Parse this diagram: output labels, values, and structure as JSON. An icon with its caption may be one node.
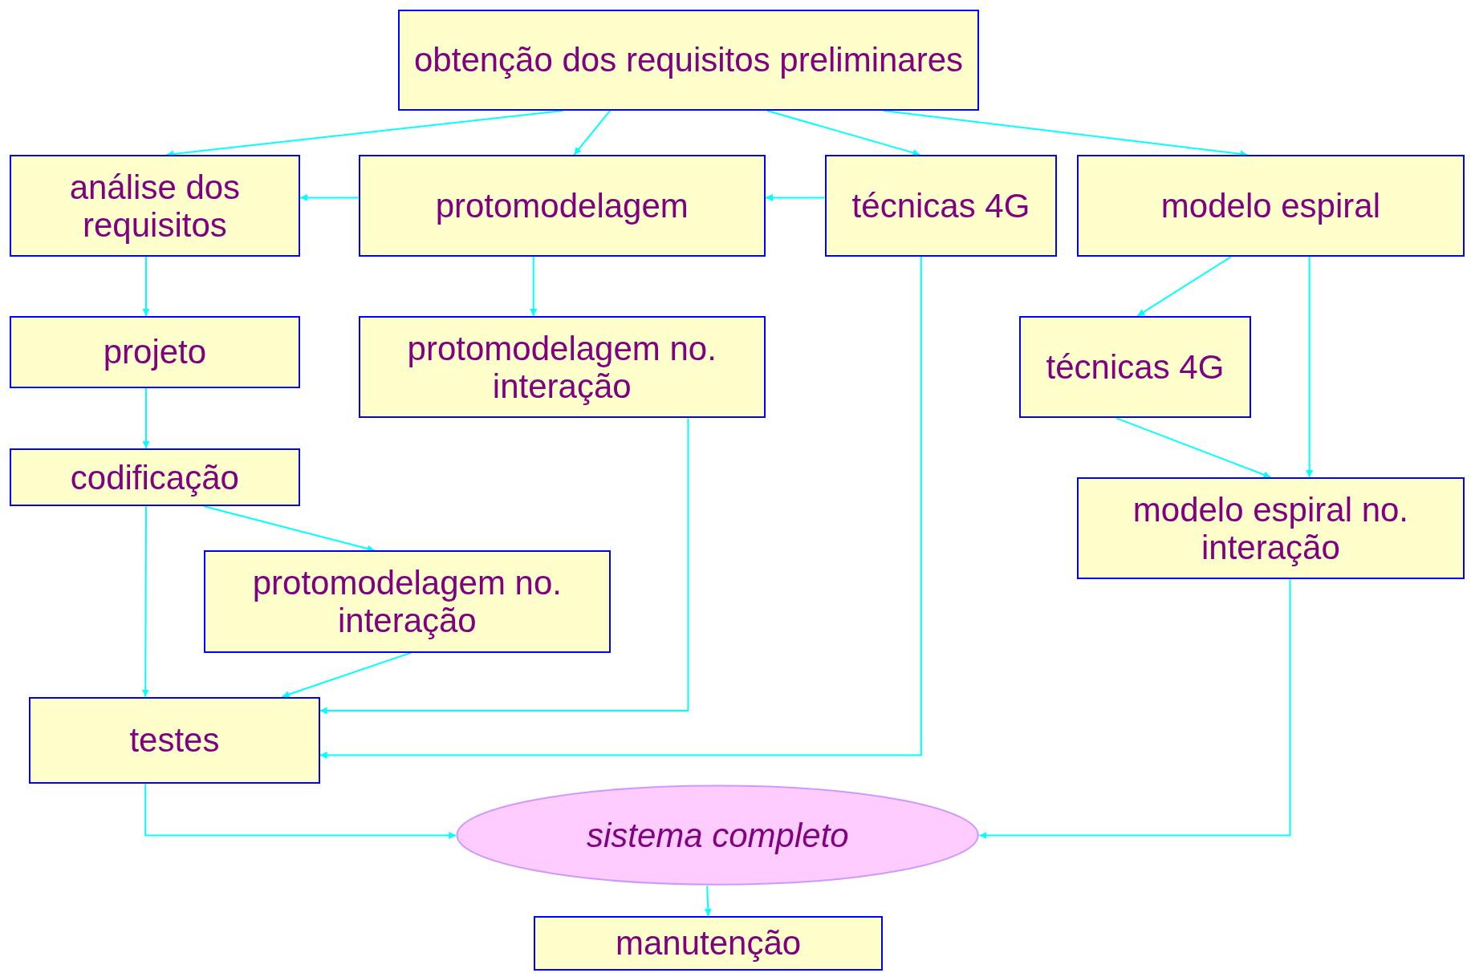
{
  "diagram": {
    "nodes": [
      {
        "text": [
          "obtenção dos requisitos preliminares"
        ]
      },
      {
        "text": [
          "análise dos requisitos"
        ]
      },
      {
        "text": [
          "protomodelagem"
        ]
      },
      {
        "text": [
          "técnicas 4G"
        ]
      },
      {
        "text": [
          "modelo espiral"
        ]
      },
      {
        "text": [
          "projeto"
        ]
      },
      {
        "text": [
          "protomodelagem no. interação"
        ]
      },
      {
        "text": [
          "técnicas 4G"
        ]
      },
      {
        "text": [
          "codificação"
        ]
      },
      {
        "text": [
          "modelo espiral no. interação"
        ]
      },
      {
        "text": [
          "protomodelagem no. interação"
        ]
      },
      {
        "text": [
          "testes"
        ]
      },
      {
        "text": [
          "sistema completo"
        ]
      },
      {
        "text": [
          "manutenção"
        ]
      }
    ],
    "edges": [
      {
        "from": 0,
        "to": 1,
        "arrow": "to"
      },
      {
        "from": 0,
        "to": 2,
        "arrow": "to"
      },
      {
        "from": 0,
        "to": 3,
        "arrow": "to"
      },
      {
        "from": 0,
        "to": 4,
        "arrow": "to"
      },
      {
        "from": 2,
        "to": 1,
        "arrow": "to"
      },
      {
        "from": 3,
        "to": 2,
        "arrow": "to"
      },
      {
        "from": 1,
        "to": 5,
        "arrow": "to"
      },
      {
        "from": 2,
        "to": 6,
        "arrow": "to"
      },
      {
        "from": 4,
        "to": 7,
        "arrow": "to"
      },
      {
        "from": 4,
        "to": 9,
        "arrow": "to"
      },
      {
        "from": 7,
        "to": 9,
        "arrow": "to"
      },
      {
        "from": 5,
        "to": 8,
        "arrow": "to"
      },
      {
        "from": 8,
        "to": 10,
        "arrow": "to"
      },
      {
        "from": 8,
        "to": 11,
        "arrow": "to"
      },
      {
        "from": 10,
        "to": 11,
        "arrow": "to"
      },
      {
        "from": 6,
        "to": 11,
        "arrow": "to"
      },
      {
        "from": 3,
        "to": 11,
        "arrow": "to"
      },
      {
        "from": 11,
        "to": 12,
        "arrow": "to"
      },
      {
        "from": 9,
        "to": 12,
        "arrow": "to"
      },
      {
        "from": 12,
        "to": 13,
        "arrow": "to"
      }
    ]
  }
}
